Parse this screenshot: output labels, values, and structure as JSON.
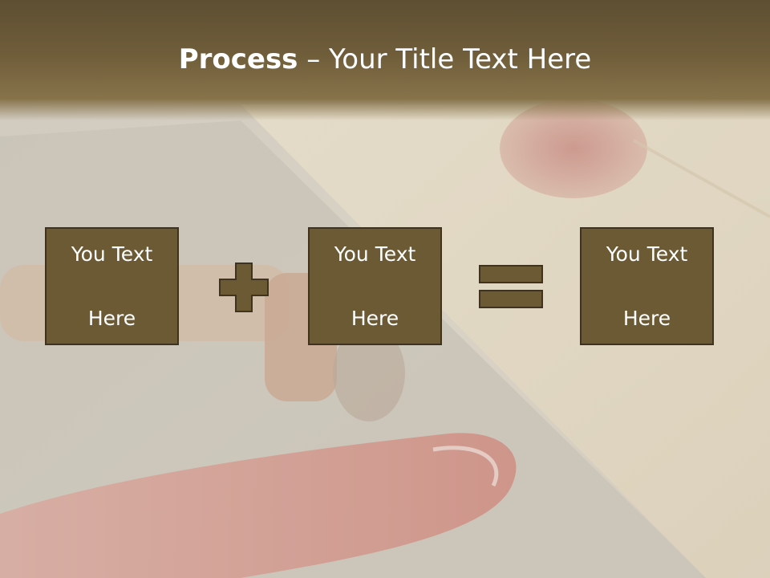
{
  "title": {
    "bold": "Process",
    "rest": " – Your Title Text Here"
  },
  "boxes": [
    {
      "line1": "You Text",
      "line2": "Here"
    },
    {
      "line1": "You Text",
      "line2": "Here"
    },
    {
      "line1": "You Text",
      "line2": "Here"
    }
  ],
  "operators": {
    "first": "plus-icon",
    "second": "equals-icon"
  },
  "colors": {
    "title_band": "#6f5d3a",
    "box_fill": "#6c5a35",
    "box_border": "#3f331f",
    "text": "#ffffff"
  }
}
